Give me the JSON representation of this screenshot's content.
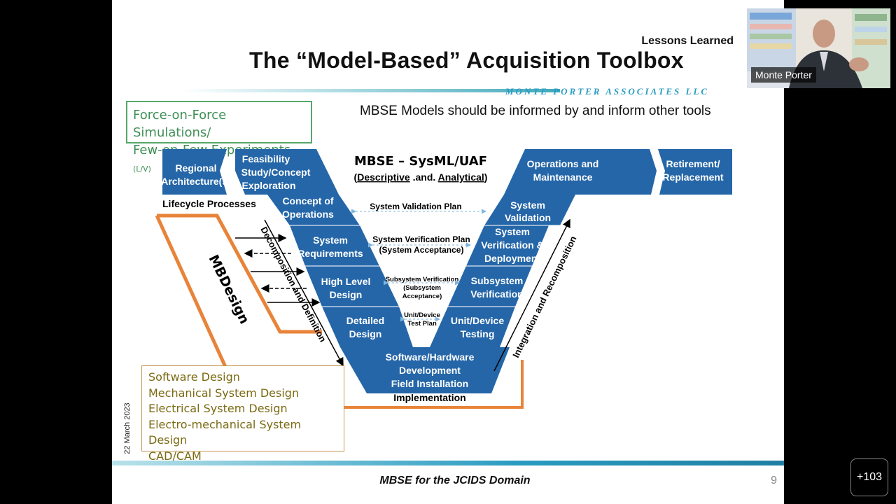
{
  "slide": {
    "kicker": "Lessons Learned",
    "title": "The “Model-Based” Acquisition Toolbox",
    "company": "MONTE PORTER ASSOCIATES LLC",
    "green_box": {
      "line1": "Force-on-Force Simulations/",
      "line2": "Few-on-Few Experiments",
      "suffix": "(L/V)"
    },
    "note": "MBSE Models should be informed by and inform other tools",
    "diagram": {
      "center_title": "MBSE – SysML/UAF",
      "center_sub_a": "Descriptive",
      "center_sub_mid": ".and.",
      "center_sub_b": "Analytical",
      "lifecycle": "Lifecycle Processes",
      "mbdesign": "MBDesign",
      "decomposition": "Decomposition and Definition",
      "integration": "Integration and Recomposition",
      "left_blocks": {
        "regional_1": "Regional",
        "regional_2": "Architecture(s)",
        "feas_1": "Feasibility",
        "feas_2": "Study/Concept",
        "feas_3": "Exploration",
        "conops_1": "Concept of",
        "conops_2": "Operations",
        "sysreq_1": "System",
        "sysreq_2": "Requirements",
        "hld_1": "High Level",
        "hld_2": "Design",
        "dd_1": "Detailed",
        "dd_2": "Design"
      },
      "right_blocks": {
        "ops_1": "Operations and",
        "ops_2": "Maintenance",
        "ret_1": "Retirement/",
        "ret_2": "Replacement",
        "sv_1": "System",
        "sv_2": "Validation",
        "svd_1": "System",
        "svd_2": "Verification &",
        "svd_3": "Deployment",
        "ssv_1": "Subsystem",
        "ssv_2": "Verification",
        "udt_1": "Unit/Device",
        "udt_2": "Testing"
      },
      "bottom": {
        "l1": "Software/Hardware",
        "l2": "Development",
        "l3": "Field Installation",
        "l4": "Implementation"
      },
      "plans": {
        "validation": "System Validation Plan",
        "verification_1": "System Verification Plan",
        "verification_2": "(System Acceptance)",
        "subsystem_1": "Subsystem Verification",
        "subsystem_2": "(Subsystem",
        "subsystem_3": "Acceptance)",
        "unit_1": "Unit/Device",
        "unit_2": "Test Plan"
      }
    },
    "design_list": [
      "Software Design",
      "Mechanical System Design",
      "Electrical System Design",
      "Electro-mechanical System Design",
      "CAD/CAM"
    ],
    "date": "22 March 2023",
    "footer": "MBSE for the JCIDS Domain",
    "page_number": "9"
  },
  "video": {
    "participant": "Monte Porter"
  },
  "participants_more": "+103",
  "colors": {
    "v_blue": "#2566a8",
    "orange": "#e8843a",
    "green": "#56a86a",
    "olive": "#7a6a12"
  }
}
